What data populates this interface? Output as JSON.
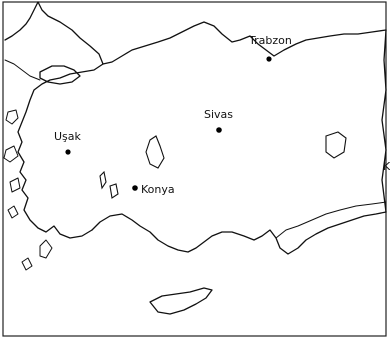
{
  "map": {
    "cities": [
      {
        "id": "trabzon",
        "name": "Trabzon"
      },
      {
        "id": "sivas",
        "name": "Sivas"
      },
      {
        "id": "usak",
        "name": "Uşak"
      },
      {
        "id": "konya",
        "name": "Konya"
      }
    ],
    "compass": {
      "partial_label": "K"
    }
  }
}
